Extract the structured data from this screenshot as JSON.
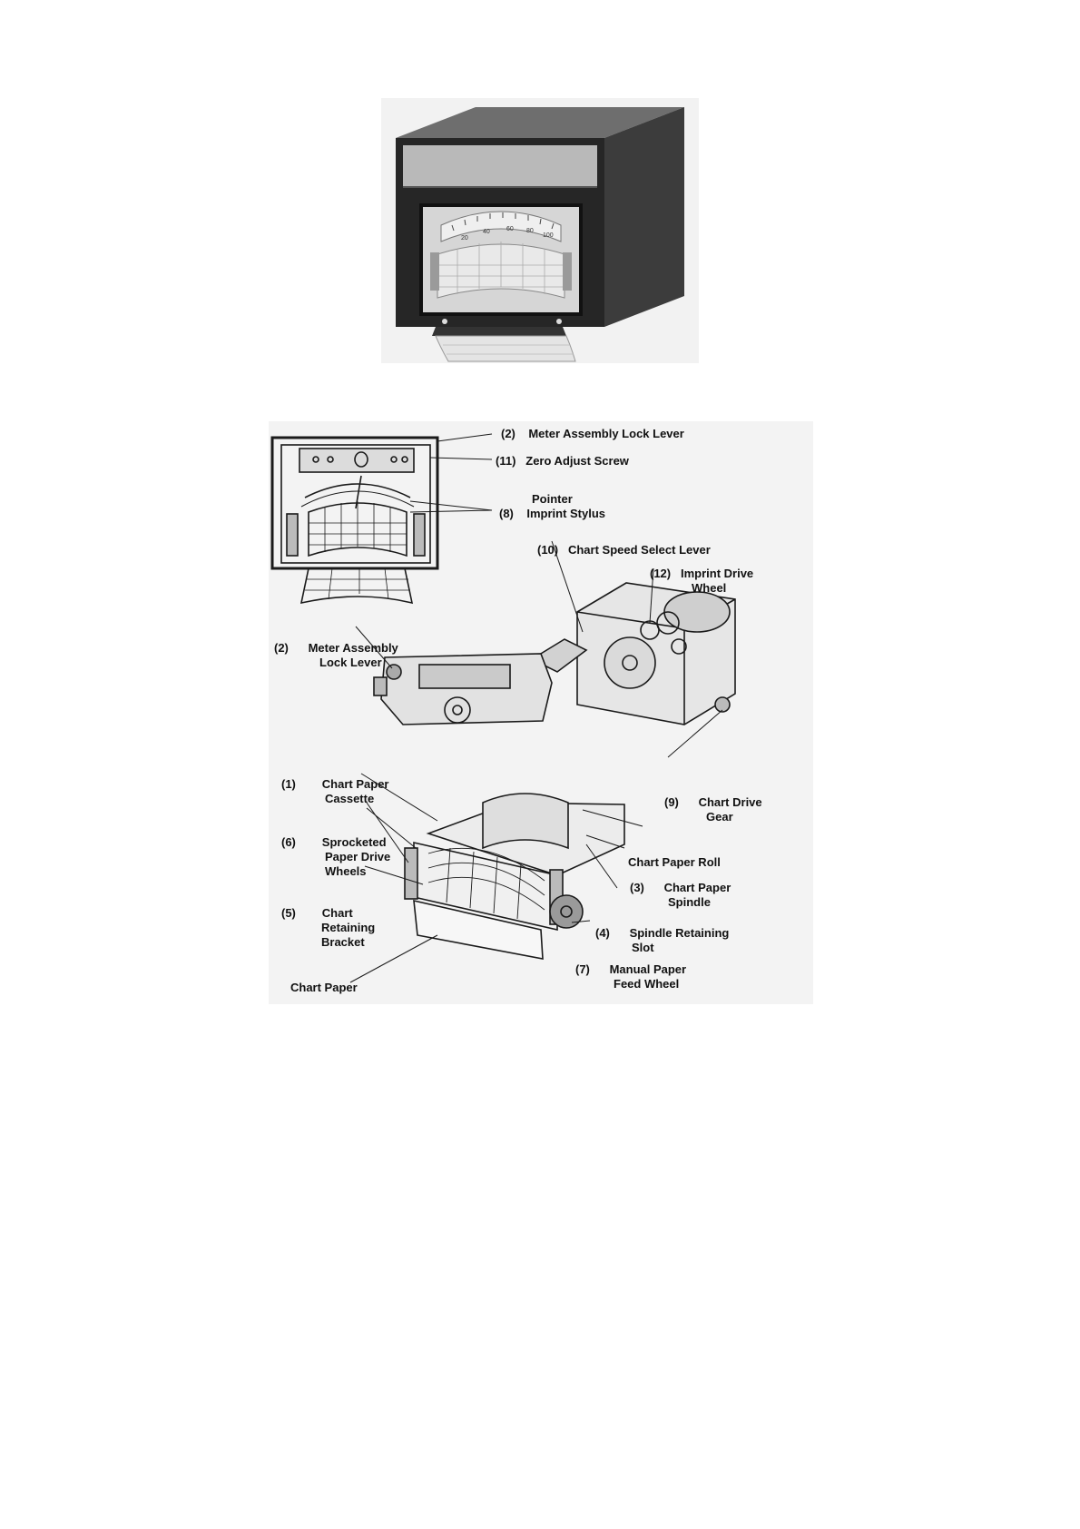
{
  "photo": {
    "dial_ticks": [
      "20",
      "40",
      "60",
      "80",
      "100"
    ]
  },
  "callouts": {
    "c2_top": {
      "num": "(2)",
      "text": "Meter Assembly Lock Lever"
    },
    "c11": {
      "num": "(11)",
      "text": "Zero Adjust Screw"
    },
    "c8": {
      "num": "(8)",
      "line1": "Pointer",
      "line2": "Imprint Stylus"
    },
    "c10": {
      "num": "(10)",
      "text": "Chart Speed Select Lever"
    },
    "c12": {
      "num": "(12)",
      "line1": "Imprint Drive",
      "line2": "Wheel"
    },
    "c2_mid": {
      "num": "(2)",
      "line1": "Meter Assembly",
      "line2": "Lock Lever"
    },
    "c1": {
      "num": "(1)",
      "line1": "Chart Paper",
      "line2": "Cassette"
    },
    "c9": {
      "num": "(9)",
      "line1": "Chart Drive",
      "line2": "Gear"
    },
    "c6": {
      "num": "(6)",
      "line1": "Sprocketed",
      "line2": "Paper Drive",
      "line3": "Wheels"
    },
    "roll": {
      "text": "Chart Paper Roll"
    },
    "c3": {
      "num": "(3)",
      "line1": "Chart Paper",
      "line2": "Spindle"
    },
    "c5": {
      "num": "(5)",
      "line1": "Chart",
      "line2": "Retaining",
      "line3": "Bracket"
    },
    "c4": {
      "num": "(4)",
      "line1": "Spindle Retaining",
      "line2": "Slot"
    },
    "c7": {
      "num": "(7)",
      "line1": "Manual Paper",
      "line2": "Feed Wheel"
    },
    "chart_paper": {
      "text": "Chart Paper"
    }
  }
}
